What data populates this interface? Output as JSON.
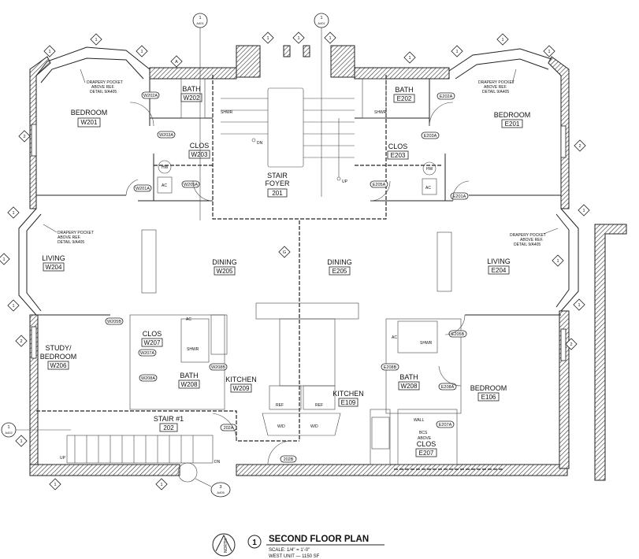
{
  "title": {
    "number": "1",
    "name": "SECOND FLOOR PLAN",
    "scale": "SCALE: 1/4\" = 1'-0\"",
    "unit_area": "WEST UNIT — 1150 SF",
    "north_label": "NORTH"
  },
  "rooms": {
    "bedroom_w201": {
      "name": "BEDROOM",
      "number": "W201"
    },
    "bath_w202": {
      "name": "BATH",
      "number": "W202"
    },
    "clos_w203": {
      "name": "CLOS",
      "number": "W203"
    },
    "stair_foyer": {
      "name1": "STAIR",
      "name2": "FOYER",
      "number": "201"
    },
    "bath_e202": {
      "name": "BATH",
      "number": "E202"
    },
    "clos_e203": {
      "name": "CLOS",
      "number": "E203"
    },
    "bedroom_e201": {
      "name": "BEDROOM",
      "number": "E201"
    },
    "living_w204": {
      "name": "LIVING",
      "number": "W204"
    },
    "dining_w205": {
      "name": "DINING",
      "number": "W205"
    },
    "dining_e205": {
      "name": "DINING",
      "number": "E205"
    },
    "living_e204": {
      "name": "LIVING",
      "number": "E204"
    },
    "study_w206": {
      "name1": "STUDY/",
      "name2": "BEDROOM",
      "number": "W206"
    },
    "clos_w207": {
      "name": "CLOS",
      "number": "W207"
    },
    "bath_w208": {
      "name": "BATH",
      "number": "W208"
    },
    "kitchen_w209": {
      "name": "KITCHEN",
      "number": "W209"
    },
    "stair_1": {
      "name": "STAIR #1",
      "number": "202"
    },
    "kitchen_e109": {
      "name": "KITCHEN",
      "number": "E109"
    },
    "bath_e208": {
      "name": "BATH",
      "number": "W208"
    },
    "bedroom_e106": {
      "name": "BEDROOM",
      "number": "E106"
    },
    "clos_e207": {
      "name": "CLOS",
      "number": "E207"
    }
  },
  "doors": [
    "W202A",
    "W203A",
    "W201A",
    "W205A",
    "E205A",
    "E202A",
    "E203A",
    "E201A",
    "W205B",
    "W207A",
    "W208A",
    "W208B",
    "202A",
    "202B",
    "E205B",
    "E208B",
    "E208A",
    "E207A"
  ],
  "fixtures": {
    "hw": "HW",
    "ac": "AC",
    "shwr": "SHWR",
    "ref": "REF",
    "wd": "W/D",
    "wall": "WALL",
    "bcs1": "BCS",
    "bcs2": "ABOVE",
    "up": "UP",
    "dn": "DN"
  },
  "notes": {
    "drapery_line1": "DRAPERY POCKET",
    "drapery_line2": "ABOVE REF.",
    "drapery_line3": "DETAIL 9/A405"
  },
  "tags": {
    "window1": "1",
    "window2": "2",
    "a": "A",
    "grid_g": "G"
  },
  "section_marks": {
    "num": "1",
    "sheet_a401": "A401",
    "sheet_a402": "A402",
    "detail_num": "3",
    "detail_sheet": "A405"
  }
}
